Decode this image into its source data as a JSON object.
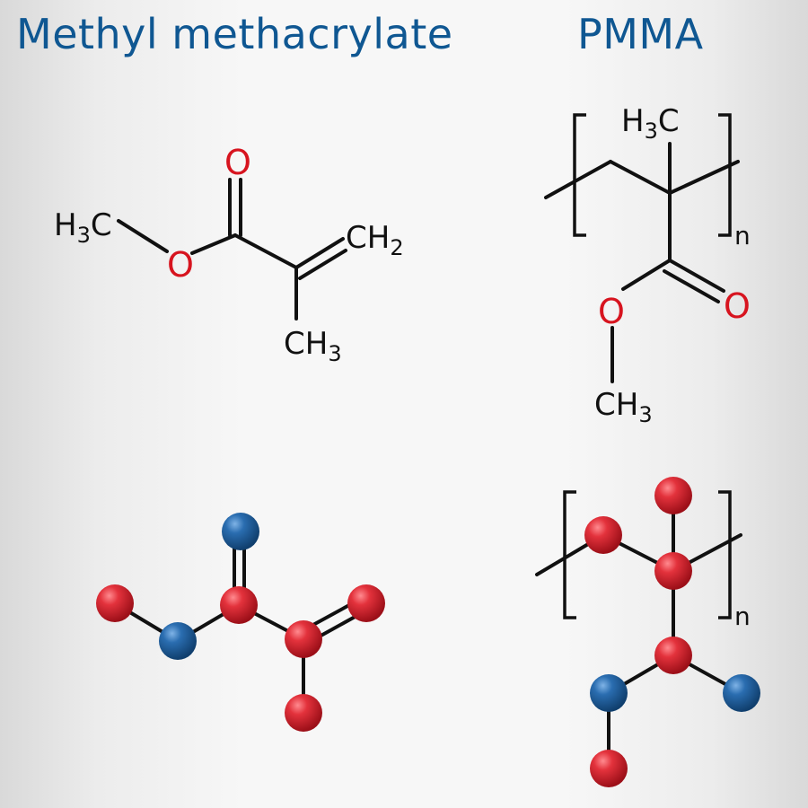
{
  "titles": {
    "left": "Methyl methacrylate",
    "right": "PMMA"
  },
  "mma_formula": {
    "methyl_left": {
      "main": "H",
      "sub": "3",
      "tail": "C"
    },
    "oxygen_ester": "O",
    "oxygen_carbonyl": "O",
    "methylene": {
      "main": "CH",
      "sub": "2"
    },
    "methyl_bottom": {
      "main": "CH",
      "sub": "3"
    }
  },
  "pmma_formula": {
    "methyl_top": {
      "main": "H",
      "sub": "3",
      "tail": "C"
    },
    "oxygen_ester": "O",
    "oxygen_carbonyl": "O",
    "methyl_bottom": {
      "main": "CH",
      "sub": "3"
    },
    "repeat_index": "n"
  },
  "ball_model_pmma": {
    "repeat_index": "n"
  },
  "colors": {
    "title": "#0f5792",
    "bond": "#111111",
    "oxygen_text": "#d7141f",
    "atom_red": "#d62833",
    "atom_blue": "#1f5f9e"
  }
}
